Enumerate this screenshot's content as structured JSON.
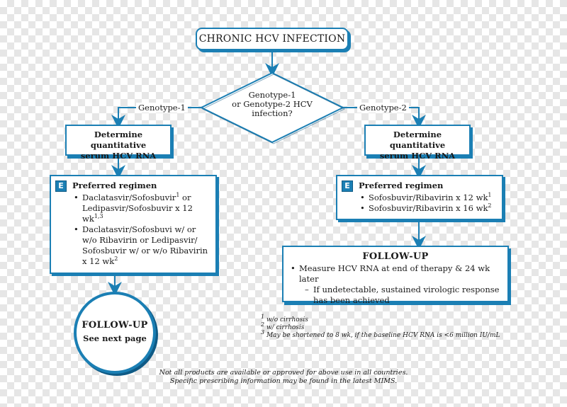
{
  "title": "CHRONIC HCV INFECTION",
  "decision": {
    "line1": "Genotype-1",
    "line2": "or Genotype-2 HCV",
    "line3": "infection?"
  },
  "branches": {
    "left": "Genotype-1",
    "right": "Genotype-2"
  },
  "rna_box": {
    "line1": "Determine quantitative",
    "line2": "serum HCV RNA"
  },
  "evidence_badge": "E",
  "left_regimen": {
    "title": "Preferred regimen",
    "item1_a": "Daclatasvir/Sofosbuvir",
    "item1_sup1": "1",
    "item1_b": " or Ledipasvir/Sofosbuvir x 12 wk",
    "item1_sup2": "1,3",
    "item2_a": "Daclatasvir/Sofosbuvi w/ or w/o Ribavirin or Ledipasvir/ Sofosbuvir w/ or w/o Ribavirin x 12 wk",
    "item2_sup": "2"
  },
  "right_regimen": {
    "title": "Preferred regimen",
    "item1": "Sofosbuvir/Ribavirin x 12 wk",
    "item1_sup": "1",
    "item2": "Sofosbuvir/Ribavirin x 16 wk",
    "item2_sup": "2"
  },
  "followup_right": {
    "heading": "FOLLOW-UP",
    "bullet": "Measure HCV RNA at end of therapy & 24 wk later",
    "sub": "If undetectable, sustained virologic response has been achieved"
  },
  "followup_left": {
    "line1": "FOLLOW-UP",
    "line2": "See next page"
  },
  "footnotes": [
    {
      "num": "1",
      "text": "w/o cirrhosis"
    },
    {
      "num": "2",
      "text": "w/ cirrhosis"
    },
    {
      "num": "3",
      "text": "May be shortened to 8 wk, if the baseline HCV RNA is <6 million IU/mL"
    }
  ],
  "disclaimer": {
    "line1": "Not all products are available or approved for above use in all countries.",
    "line2": "Specific prescribing information may be found in the latest MIMS."
  },
  "colors": {
    "accent": "#1b7fb4",
    "accent_dark": "#0f5a85",
    "text": "#1a1a1a"
  }
}
